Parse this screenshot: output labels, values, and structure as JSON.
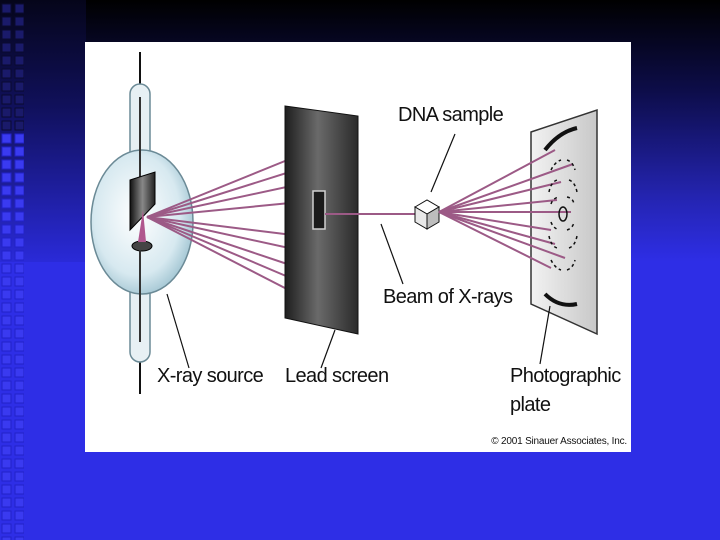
{
  "diagram": {
    "labels": {
      "dna_sample": "DNA sample",
      "beam": "Beam of X-rays",
      "xray_source": "X-ray source",
      "lead_screen": "Lead screen",
      "photographic_plate_line1": "Photographic",
      "photographic_plate_line2": "plate"
    },
    "copyright": "© 2001 Sinauer Associates, Inc."
  },
  "colors": {
    "background_blue": "#2e2ee6",
    "ray_purple": "#9c5a86",
    "panel_white": "#ffffff"
  }
}
